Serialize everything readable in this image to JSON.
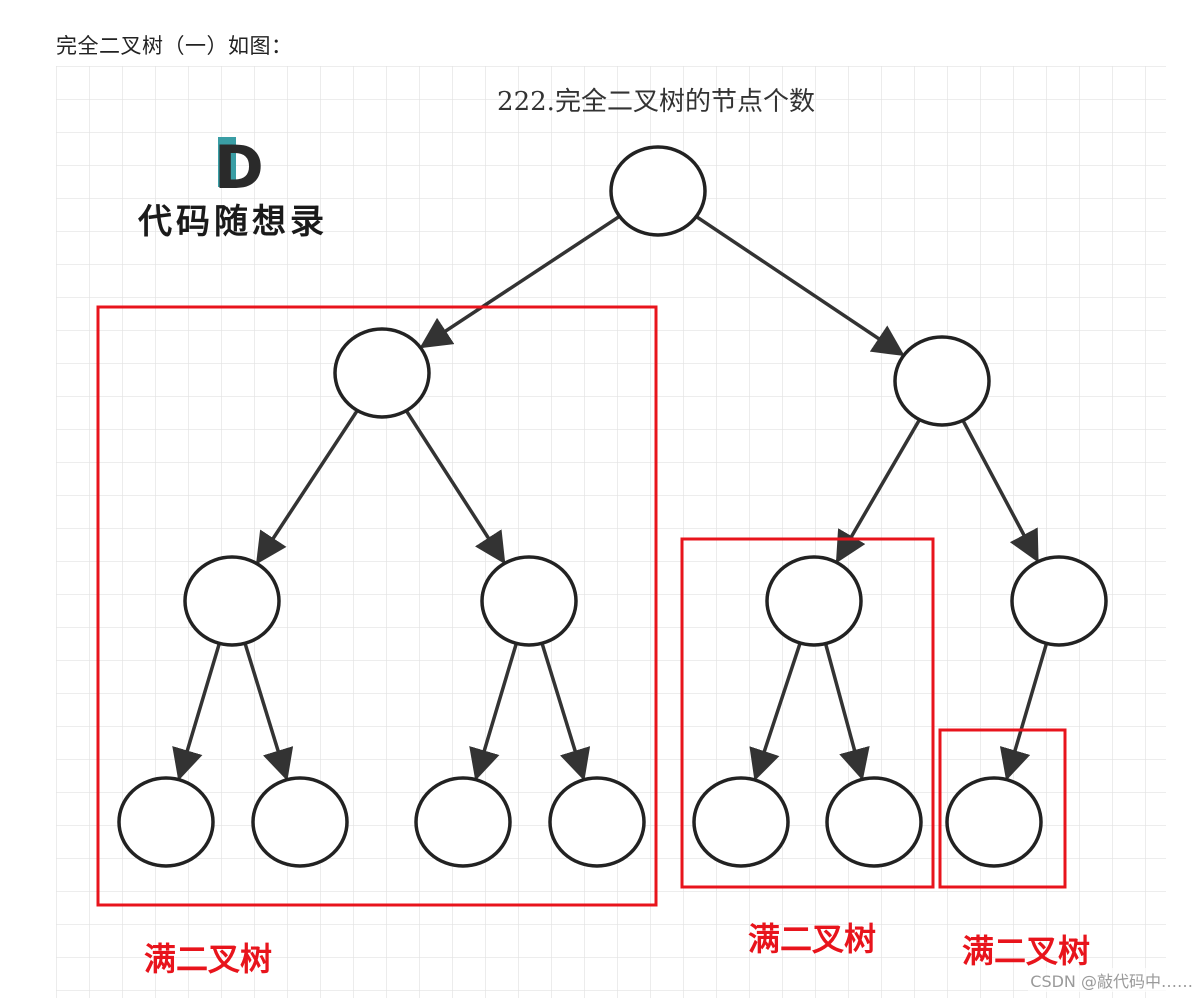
{
  "page": {
    "heading": "完全二叉树（一）如图：",
    "watermark": "CSDN @敲代码中……"
  },
  "diagram": {
    "title": "222.完全二叉树的节点个数",
    "logo": {
      "letter": "D",
      "text": "代码随想录"
    },
    "box_label": "满二叉树",
    "colors": {
      "box": "#e8141c",
      "label": "#e8141c",
      "edge": "#333333",
      "node_stroke": "#222222",
      "grid": "#e2e2e2"
    },
    "levels": [
      1,
      2,
      4,
      7
    ],
    "full_binary_subtrees": 3
  }
}
